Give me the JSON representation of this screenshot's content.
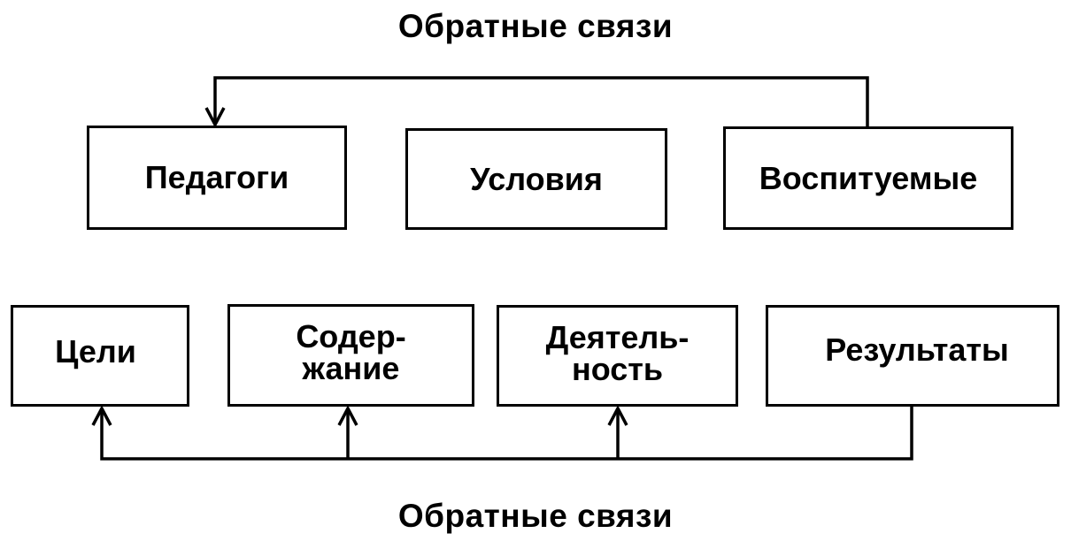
{
  "top": {
    "caption": "Обратные связи",
    "boxes": [
      {
        "id": "teachers",
        "lines": [
          "Педагоги"
        ]
      },
      {
        "id": "conditions",
        "lines": [
          "Условия"
        ]
      },
      {
        "id": "pupils",
        "lines": [
          "Воспитуемые"
        ]
      }
    ]
  },
  "bottom": {
    "caption": "Обратные связи",
    "boxes": [
      {
        "id": "goals",
        "lines": [
          "Цели"
        ]
      },
      {
        "id": "content",
        "lines": [
          "Содер-",
          "жание"
        ]
      },
      {
        "id": "activity",
        "lines": [
          "Деятель-",
          "ность"
        ]
      },
      {
        "id": "results",
        "lines": [
          "Результаты"
        ]
      }
    ]
  },
  "colors": {
    "line": "#000000",
    "background": "#ffffff"
  }
}
